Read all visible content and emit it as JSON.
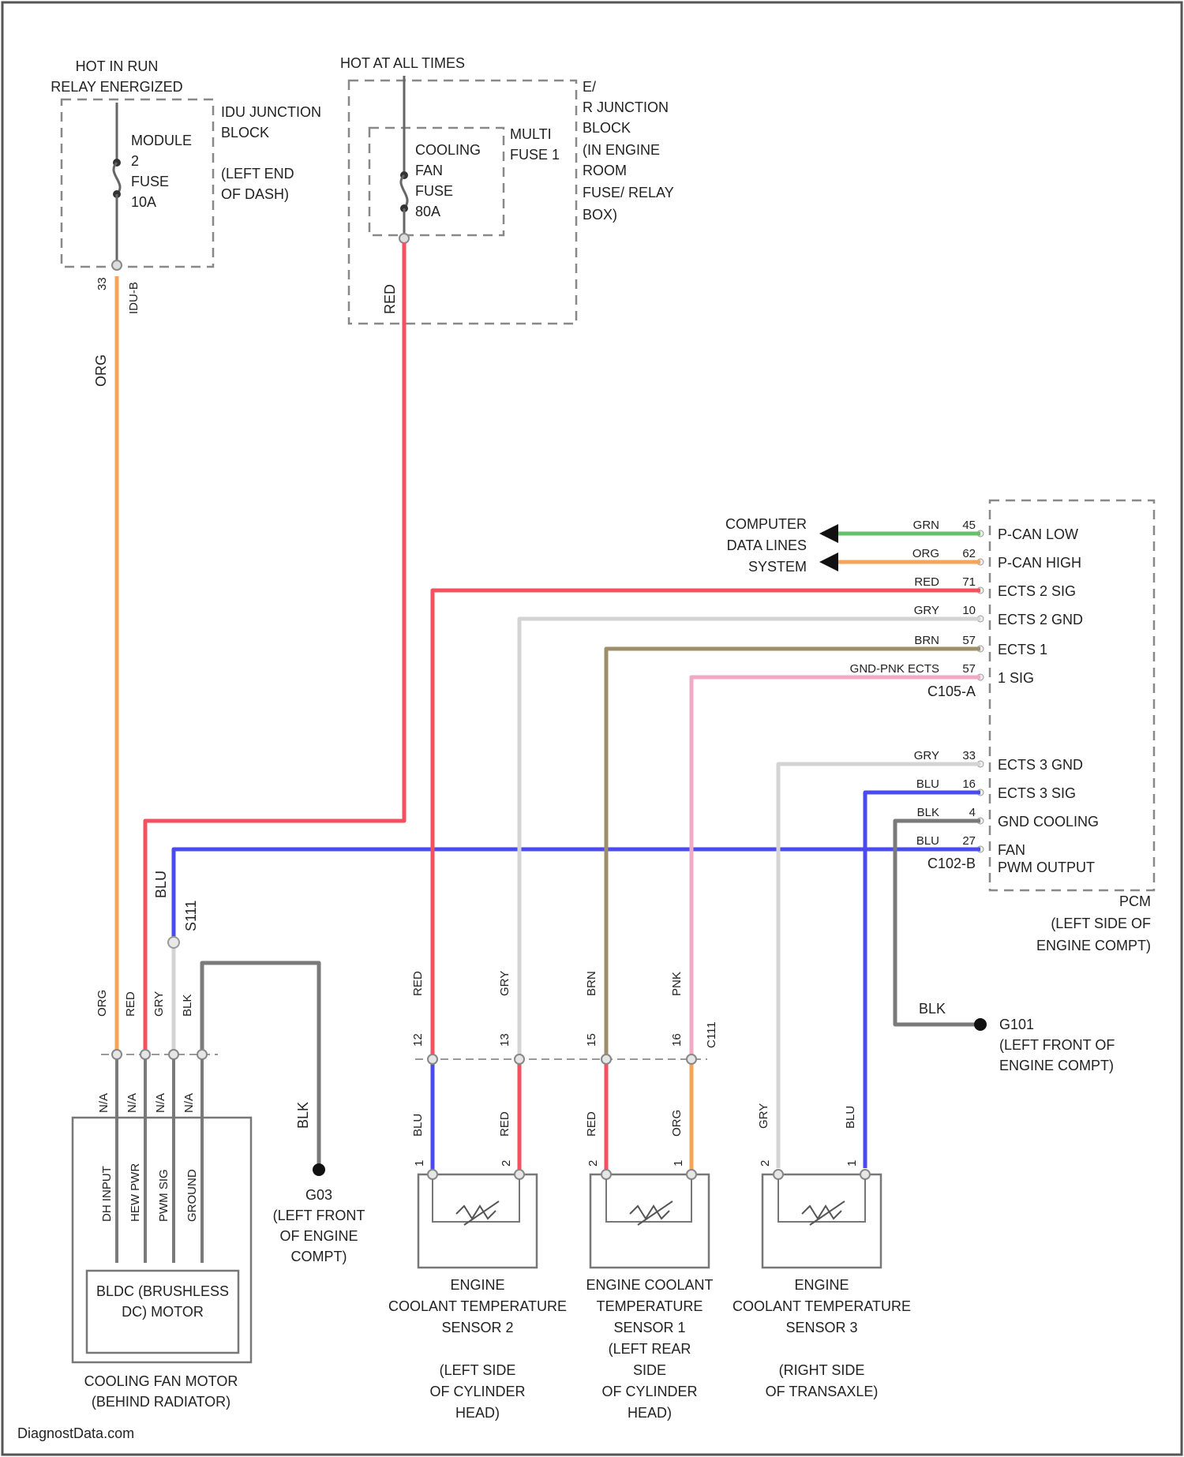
{
  "colors": {
    "ORG": "#f5a55a",
    "RED": "#f4505f",
    "BLU": "#4a4af0",
    "GRN": "#68c068",
    "GRY": "#d4d4d4",
    "BRN": "#9c8f6a",
    "PNK": "#f0aac4",
    "BLK": "#7a7a7a"
  },
  "hot_in_run": [
    "HOT IN RUN",
    "RELAY ENERGIZED"
  ],
  "hot_at_all_times": "HOT AT ALL TIMES",
  "idu": {
    "fuse": [
      "MODULE",
      "2",
      "FUSE",
      "10A"
    ],
    "block": [
      "IDU JUNCTION",
      "BLOCK",
      "",
      "(LEFT END",
      "OF DASH)"
    ],
    "pins": [
      "33",
      "IDU-B"
    ]
  },
  "er": {
    "fuse": [
      "COOLING",
      "FAN",
      "FUSE",
      "80A"
    ],
    "multi": [
      "MULTI",
      "FUSE 1"
    ],
    "block": [
      "E/",
      "R JUNCTION",
      "BLOCK",
      "(IN ENGINE",
      "ROOM",
      "FUSE/ RELAY",
      "BOX)"
    ]
  },
  "computer_data_lines": [
    "COMPUTER",
    "DATA LINES",
    "SYSTEM"
  ],
  "pcm": {
    "title": [
      "PCM",
      "(LEFT SIDE OF",
      "ENGINE COMPT)"
    ],
    "top_rows": [
      {
        "wire": "GRN",
        "pin": "45",
        "label": "P-CAN LOW"
      },
      {
        "wire": "ORG",
        "pin": "62",
        "label": "P-CAN HIGH"
      },
      {
        "wire": "RED",
        "pin": "71",
        "label": "ECTS 2 SIG"
      },
      {
        "wire": "GRY",
        "pin": "10",
        "label": "ECTS 2 GND"
      },
      {
        "wire": "BRN",
        "pin": "57",
        "label": "ECTS 1"
      },
      {
        "wire": "GND-PNK ECTS",
        "pin": "57",
        "label": "1 SIG"
      }
    ],
    "conn_a": "C105-A",
    "bottom_rows": [
      {
        "wire": "GRY",
        "pin": "33",
        "label": "ECTS 3 GND"
      },
      {
        "wire": "BLU",
        "pin": "16",
        "label": "ECTS 3 SIG"
      },
      {
        "wire": "BLK",
        "pin": "4",
        "label": "GND COOLING"
      },
      {
        "wire": "BLU",
        "pin": "27",
        "label": "FAN"
      },
      {
        "wire": "",
        "pin": "",
        "label": "PWM OUTPUT"
      }
    ],
    "conn_b": "C102-B"
  },
  "wire_labels": {
    "fuse_org": "ORG",
    "er_red": "RED",
    "fan_blu": "BLU",
    "fan_splice": "S111",
    "pcm_ground_blk": "BLK",
    "g101": [
      "G101",
      "(LEFT FRONT OF",
      "ENGINE COMPT)"
    ],
    "motor_ground_blk": "BLK",
    "g03": [
      "G03",
      "(LEFT FRONT",
      "OF ENGINE",
      "COMPT)"
    ]
  },
  "fan_connector": {
    "wires": [
      "ORG",
      "RED",
      "GRY",
      "BLK"
    ],
    "pins": [
      "N/A",
      "N/A",
      "N/A",
      "N/A"
    ]
  },
  "sensor_connector": {
    "upper_wires": [
      "RED",
      "GRY",
      "BRN",
      "PNK"
    ],
    "pins": [
      "12",
      "13",
      "15",
      "16"
    ],
    "splice": "C111",
    "lower_wires": [
      "BLU",
      "RED",
      "RED",
      "ORG"
    ]
  },
  "fan_motor": {
    "pin_labels": [
      "DH INPUT",
      "HEW PWR",
      "PWM SIG",
      "GROUND"
    ],
    "inner": [
      "BLDC (BRUSHLESS",
      "DC) MOTOR"
    ],
    "title": [
      "COOLING FAN MOTOR",
      "(BEHIND RADIATOR)"
    ]
  },
  "sensors": [
    {
      "pins": [
        "1",
        "2"
      ],
      "title": [
        "ENGINE",
        "COOLANT TEMPERATURE",
        "SENSOR 2",
        "",
        "(LEFT SIDE",
        "OF CYLINDER",
        "HEAD)"
      ]
    },
    {
      "pins": [
        "2",
        "1"
      ],
      "title": [
        "ENGINE COOLANT",
        "TEMPERATURE",
        "SENSOR 1",
        "(LEFT REAR",
        "SIDE",
        "OF CYLINDER",
        "HEAD)"
      ]
    },
    {
      "pins": [
        "2",
        "1"
      ],
      "wires": [
        "GRY",
        "BLU"
      ],
      "title": [
        "ENGINE",
        "COOLANT TEMPERATURE",
        "SENSOR 3",
        "",
        "(RIGHT SIDE",
        "OF TRANSAXLE)"
      ]
    }
  ],
  "watermark": "DiagnostData.com"
}
